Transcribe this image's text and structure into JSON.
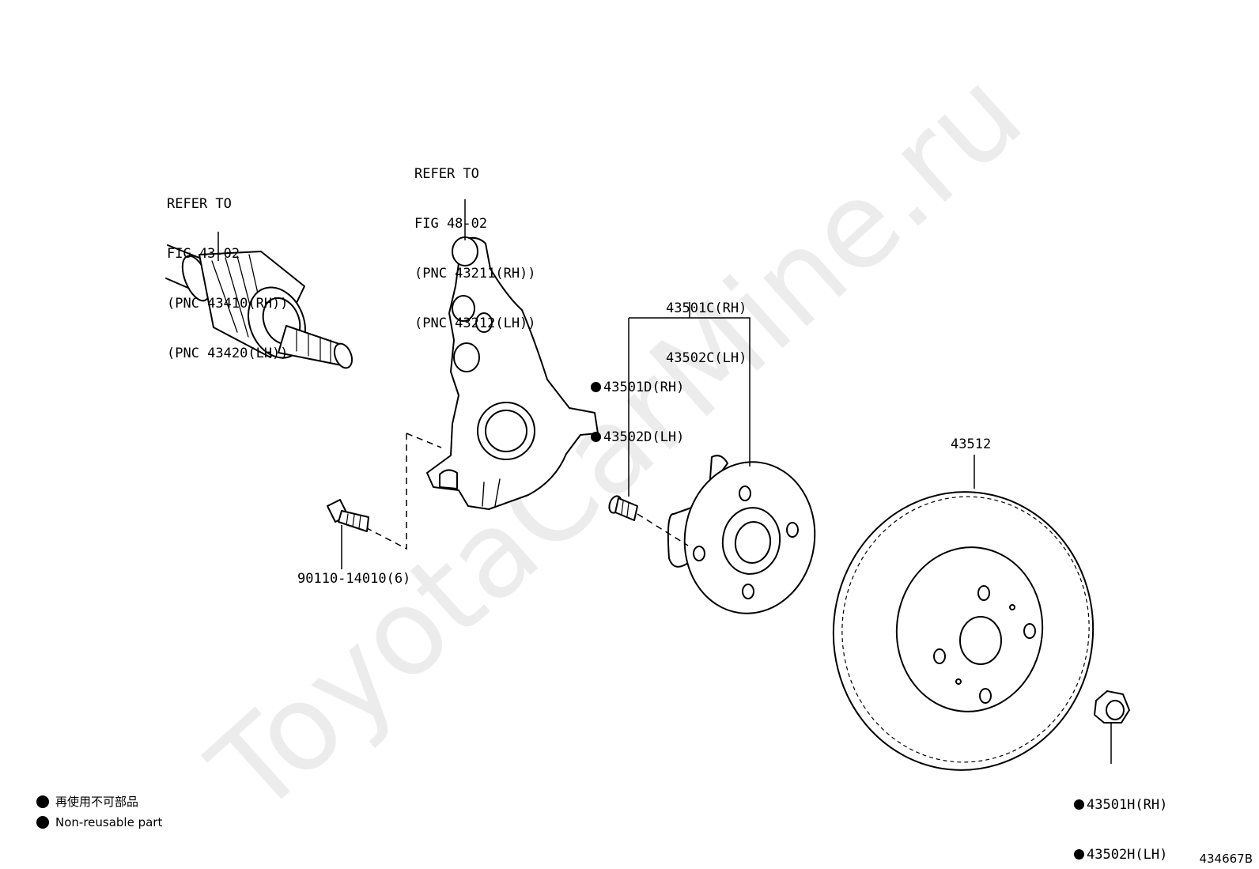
{
  "watermark": "ToyotaCarMine.ru",
  "figure_id": "434667B",
  "refs": {
    "drive_shaft": [
      "REFER TO",
      "FIG 43-02",
      "(PNC 43410(RH))",
      "(PNC 43420(LH))"
    ],
    "knuckle": [
      "REFER TO",
      "FIG 48-02",
      "(PNC 43211(RH))",
      "(PNC 43212(LH))"
    ]
  },
  "parts": {
    "bolt": "90110-14010(6)",
    "hub_assy_rh": "43501C(RH)",
    "hub_assy_lh": "43502C(LH)",
    "hub_bolt_rh": "43501D(RH)",
    "hub_bolt_lh": "43502D(LH)",
    "disc": "43512",
    "nut_rh": "43501H(RH)",
    "nut_lh": "43502H(LH)"
  },
  "legend": {
    "jp": "再使用不可部品",
    "en": "Non-reusable part"
  }
}
